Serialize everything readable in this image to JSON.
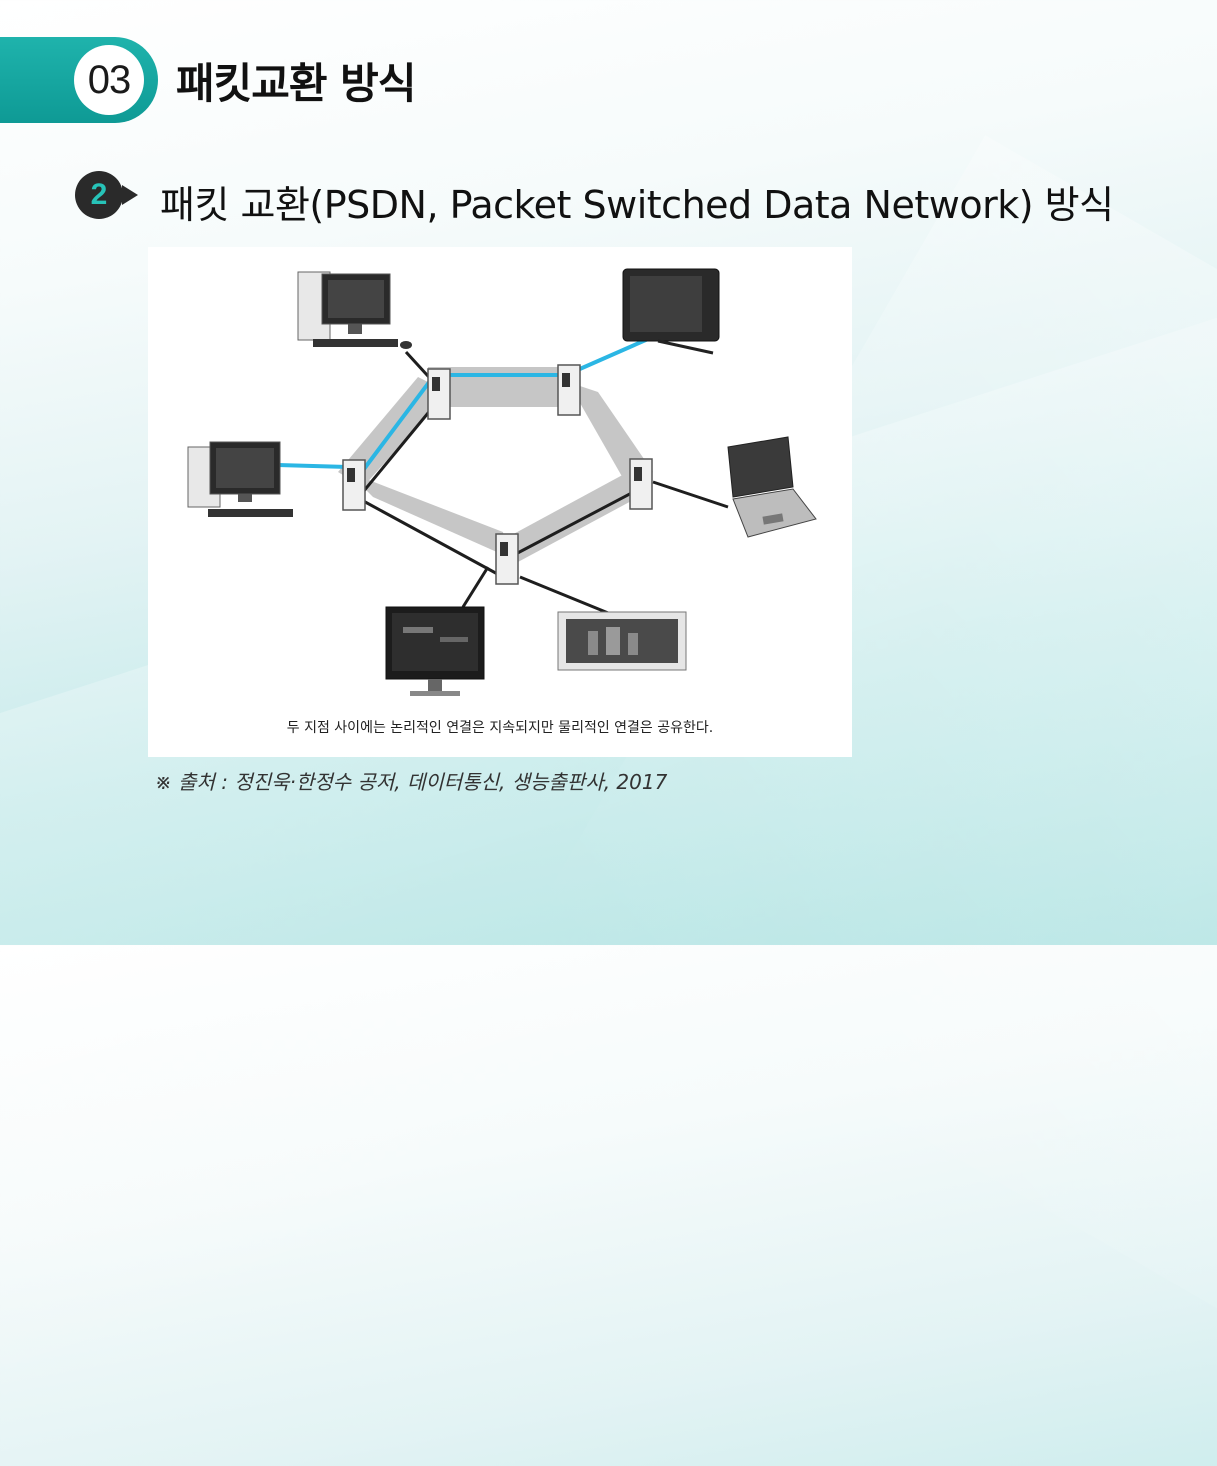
{
  "section": {
    "number": "03",
    "title": "패킷교환 방식"
  },
  "subsection": {
    "number": "2",
    "title": "패킷 교환(PSDN, Packet Switched Data Network) 방식"
  },
  "figure": {
    "caption": "두 지점 사이에는 논리적인 연결은 지속되지만 물리적인 연결은 공유한다.",
    "nodes": [
      "desktop-top-left",
      "desktop-left",
      "tablet-top-right",
      "laptop-right",
      "monitor-bottom-left",
      "monitor-bottom-right"
    ],
    "colors": {
      "virtual_circuit": "#2bb6e4",
      "trunk": "#c4c4c4",
      "link": "#1e1e1e"
    }
  },
  "source": "※ 출처 : 정진욱·한정수 공저, 데이터통신, 생능출판사, 2017"
}
